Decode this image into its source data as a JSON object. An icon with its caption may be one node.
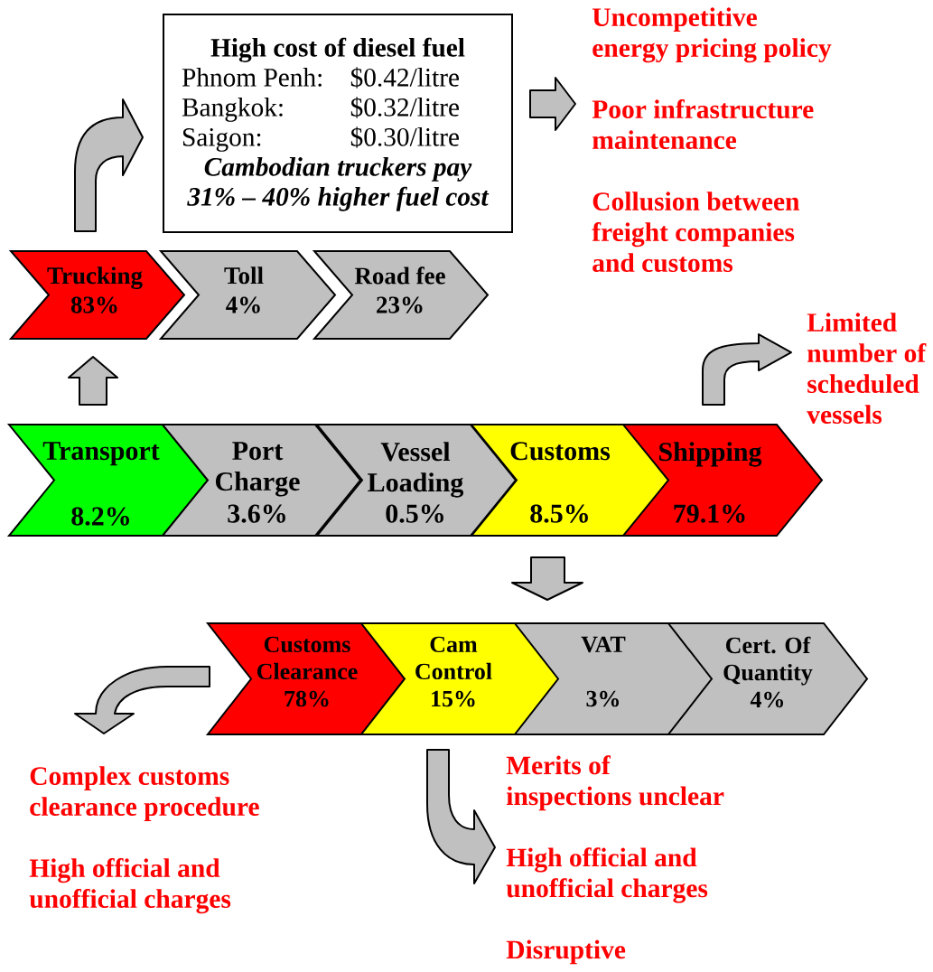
{
  "diagram": {
    "nodes": [
      {
        "text": [
          "High cost of diesel fuel",
          "Phnom Penh:",
          "$0.42/litre",
          "Bangkok:",
          "$0.32/litre",
          "Saigon:",
          "$0.30/litre",
          "Cambodian truckers pay 31% – 40% higher fuel cost"
        ]
      },
      {
        "text": [
          "Uncompetitive energy pricing policy",
          "Poor infrastructure maintenance",
          "Collusion between freight companies and customs"
        ]
      },
      {
        "text": [
          "Trucking",
          "83%"
        ]
      },
      {
        "text": [
          "Toll",
          "4%"
        ]
      },
      {
        "text": [
          "Road fee",
          "23%"
        ]
      },
      {
        "text": [
          "Limited number of scheduled vessels"
        ]
      },
      {
        "text": [
          "Transport",
          "8.2%"
        ]
      },
      {
        "text": [
          "Port Charge",
          "3.6%"
        ]
      },
      {
        "text": [
          "Vessel Loading",
          "0.5%"
        ]
      },
      {
        "text": [
          "Customs",
          "8.5%"
        ]
      },
      {
        "text": [
          "Shipping",
          "79.1%"
        ]
      },
      {
        "text": [
          "Customs Clearance",
          "78%"
        ]
      },
      {
        "text": [
          "Cam Control",
          "15%"
        ]
      },
      {
        "text": [
          "VAT",
          "3%"
        ]
      },
      {
        "text": [
          "Cert. Of Quantity",
          "4%"
        ]
      },
      {
        "text": [
          "Complex customs clearance procedure",
          "High official and unofficial charges"
        ]
      },
      {
        "text": [
          "Merits of inspections unclear",
          "High official and unofficial charges",
          "Disruptive"
        ]
      }
    ],
    "edges": [
      {
        "from": 6,
        "to": 2,
        "arrow": "to"
      },
      {
        "from": 2,
        "to": 0,
        "arrow": "to"
      },
      {
        "from": 0,
        "to": 1,
        "arrow": "to"
      },
      {
        "from": 10,
        "to": 5,
        "arrow": "to"
      },
      {
        "from": 9,
        "to": 12,
        "arrow": "to"
      },
      {
        "from": 11,
        "to": 15,
        "arrow": "to"
      },
      {
        "from": 12,
        "to": 16,
        "arrow": "to"
      }
    ]
  }
}
